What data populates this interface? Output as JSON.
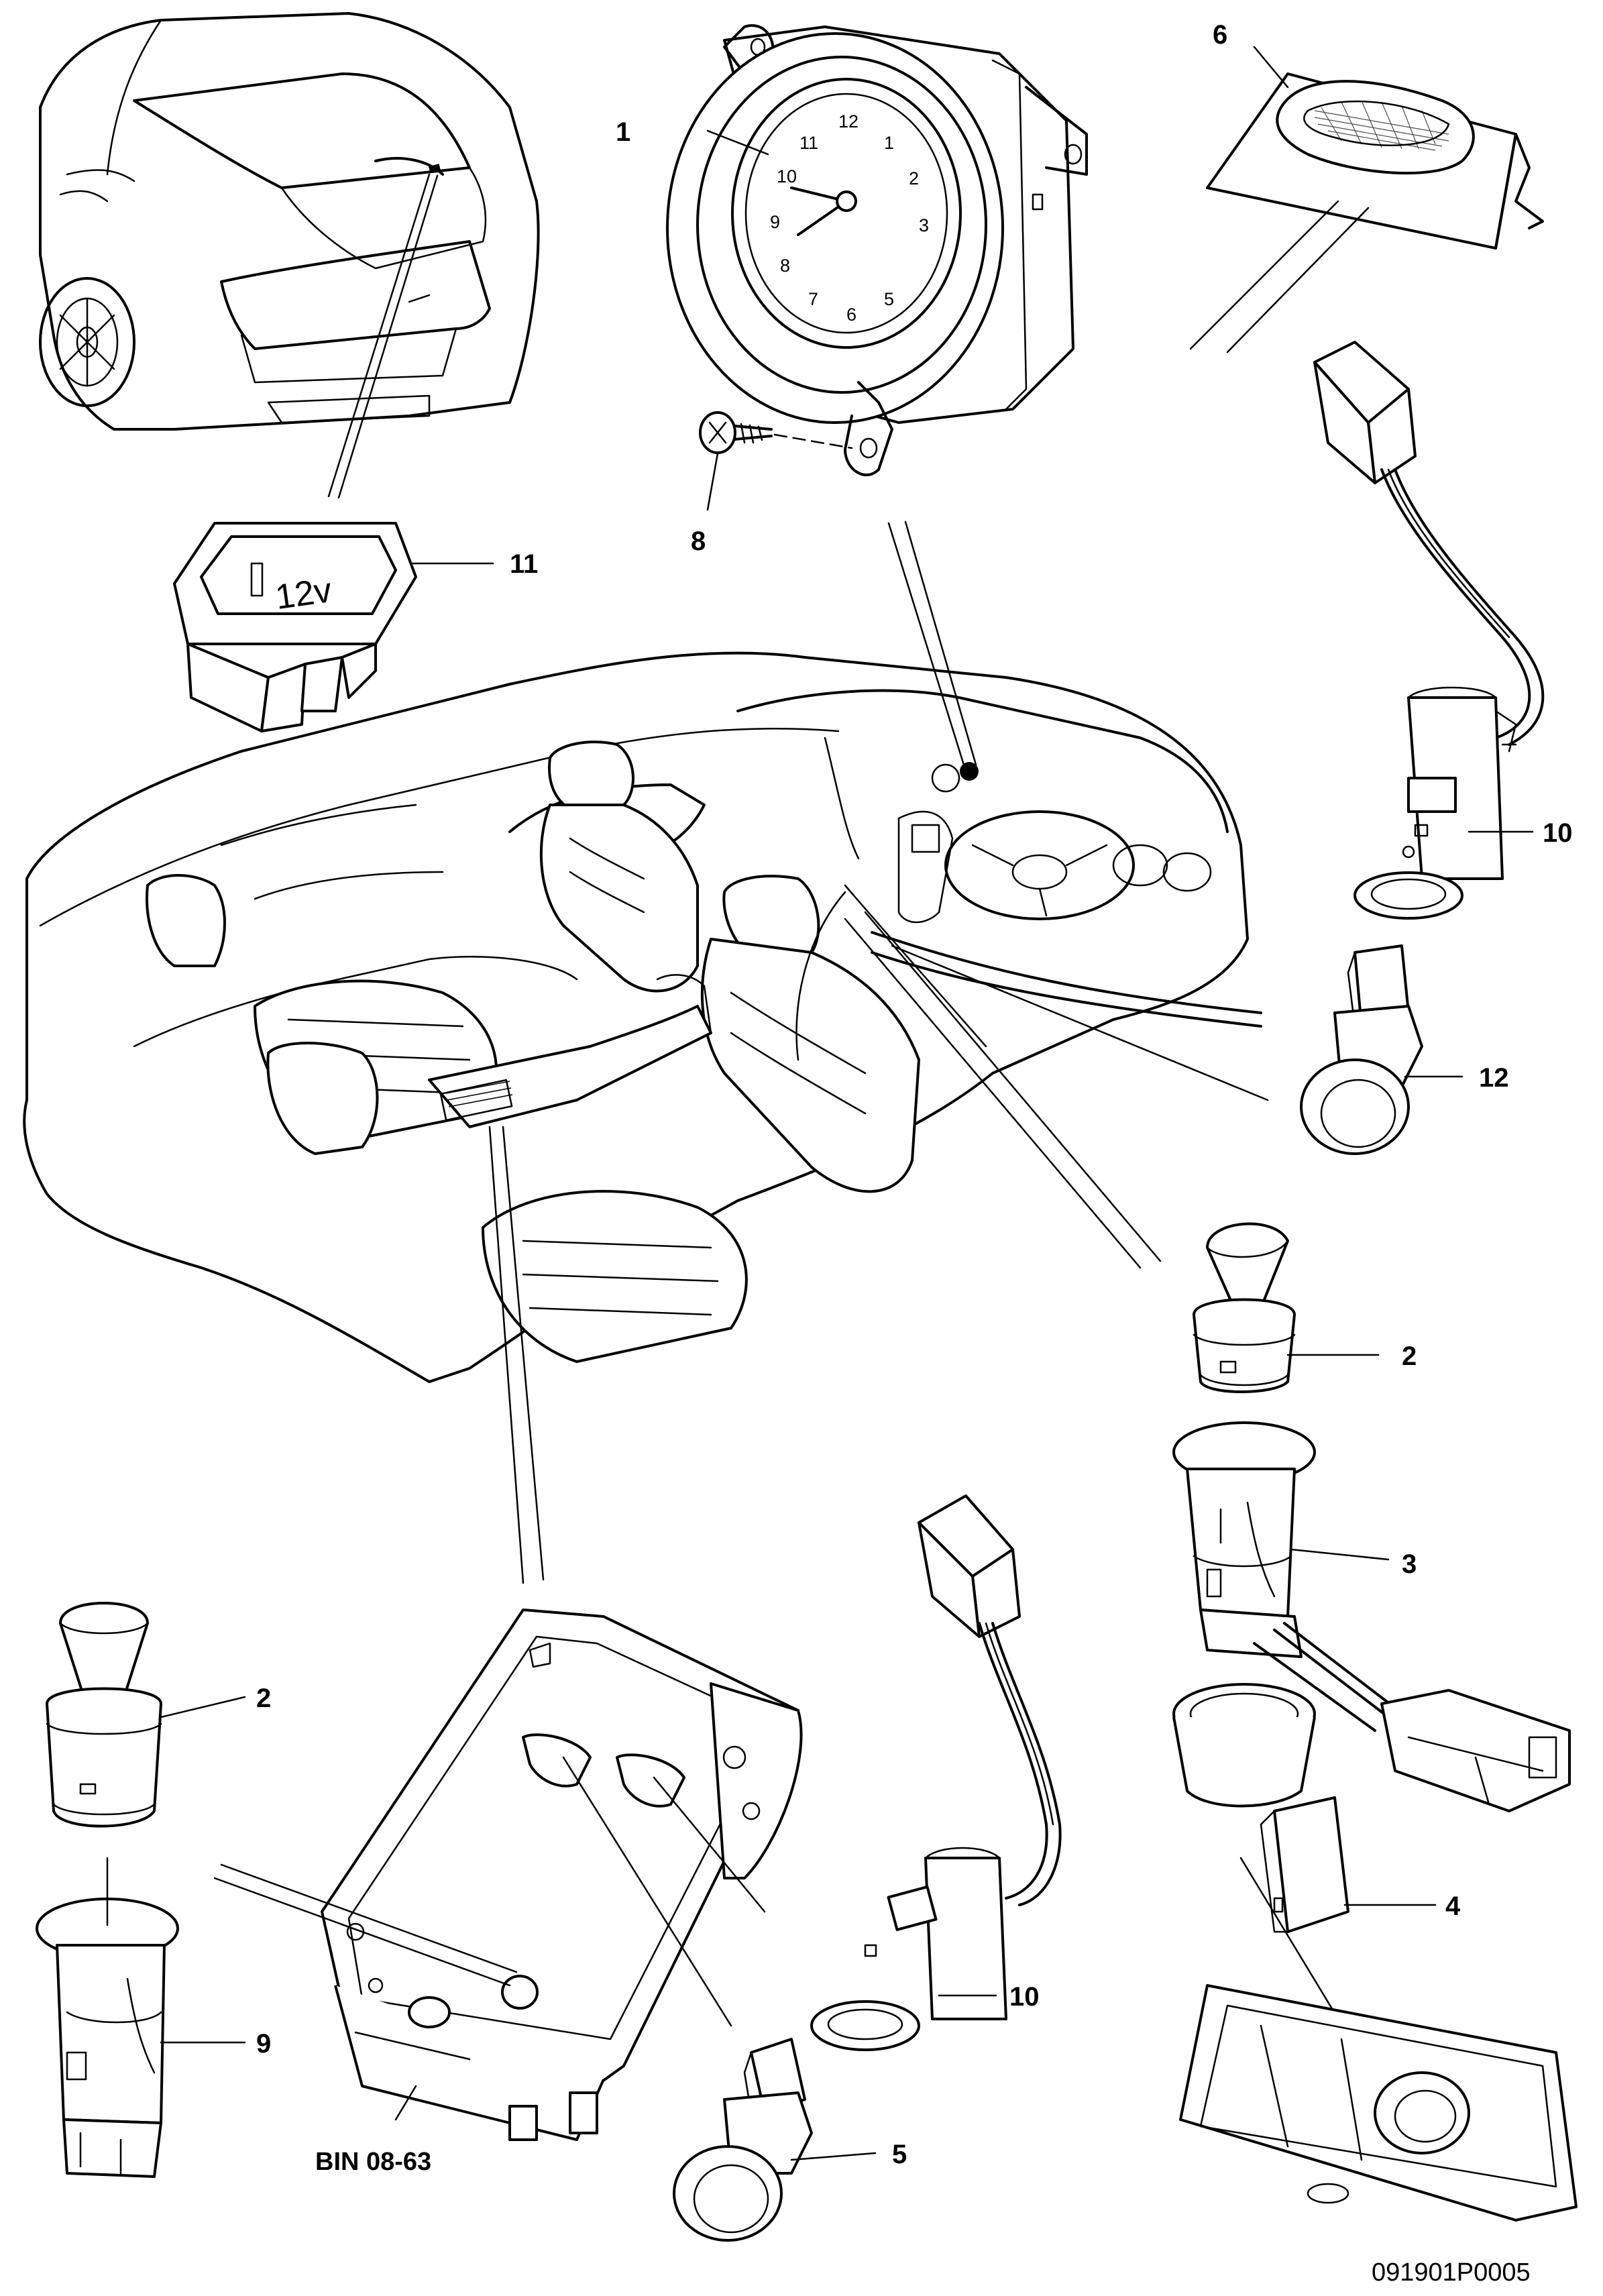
{
  "callouts": {
    "c1": "1",
    "c2a": "2",
    "c2b": "2",
    "c3": "3",
    "c4": "4",
    "c5": "5",
    "c6": "6",
    "c8": "8",
    "c9": "9",
    "c10a": "10",
    "c10b": "10",
    "c11": "11",
    "c12": "12"
  },
  "clock_numbers": [
    "12",
    "1",
    "2",
    "3",
    "5",
    "6",
    "7",
    "8",
    "9",
    "10",
    "11"
  ],
  "socket_marking": "12v",
  "bin_reference": "BIN 08-63",
  "drawing_number": "091901P0005"
}
